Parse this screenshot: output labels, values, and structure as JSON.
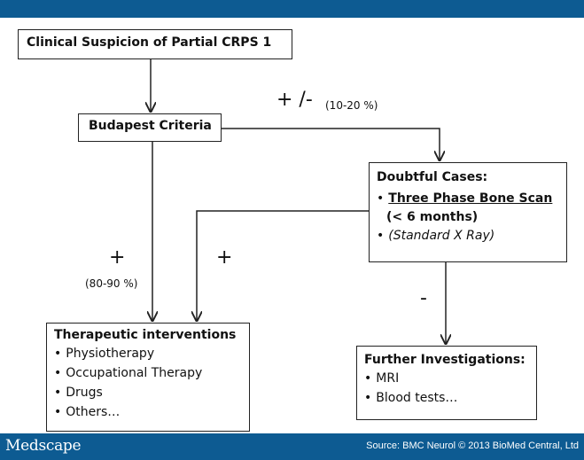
{
  "colors": {
    "bar": "#0d5b92",
    "line": "#222222"
  },
  "footer": {
    "brand": "Medscape",
    "credit": "Source: BMC Neurol © 2013 BioMed Central, Ltd"
  },
  "nodes": {
    "suspicion": {
      "title": "Clinical Suspicion of Partial CRPS 1"
    },
    "budapest": {
      "title": "Budapest Criteria"
    },
    "doubtful": {
      "title": "Doubtful Cases:",
      "bone_scan": "Three Phase Bone Scan",
      "bone_scan_detail": "(< 6 months)",
      "xray": "(Standard X Ray)"
    },
    "therapeutic": {
      "title": "Therapeutic interventions",
      "items": [
        "Physiotherapy",
        "Occupational Therapy",
        "Drugs",
        "Others…"
      ]
    },
    "further": {
      "title": "Further Investigations:",
      "items": [
        "MRI",
        "Blood tests…"
      ]
    }
  },
  "edge_labels": {
    "plus_minus": "+ /-",
    "plus_minus_pct": "(10-20 %)",
    "plus_left": "+",
    "plus_left_pct": "(80-90 %)",
    "plus_right": "+",
    "minus": "-"
  }
}
